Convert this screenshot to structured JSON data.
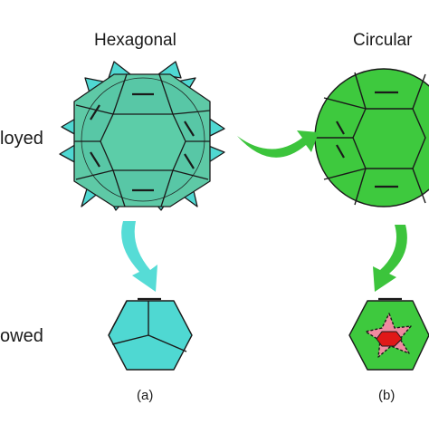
{
  "columns": {
    "a": "Hexagonal",
    "b": "Circular"
  },
  "rows": {
    "deployed": "loyed",
    "stowed": "owed"
  },
  "panels": {
    "a": "(a)",
    "b": "(b)"
  },
  "colors": {
    "cyan": "#4fd8d2",
    "cyan_fill": "#5ec9a6",
    "cyan_arrow": "#56dcd6",
    "green": "#3ec93e",
    "green_arrow": "#3cc43c",
    "red": "#e01818",
    "star": "#f08aa0",
    "stroke": "#1a1a1a"
  },
  "icons": [
    "curved-arrow",
    "hexagonal-deployed-shape",
    "circular-deployed-shape",
    "hexagonal-stowed-shape",
    "circular-stowed-shape"
  ]
}
